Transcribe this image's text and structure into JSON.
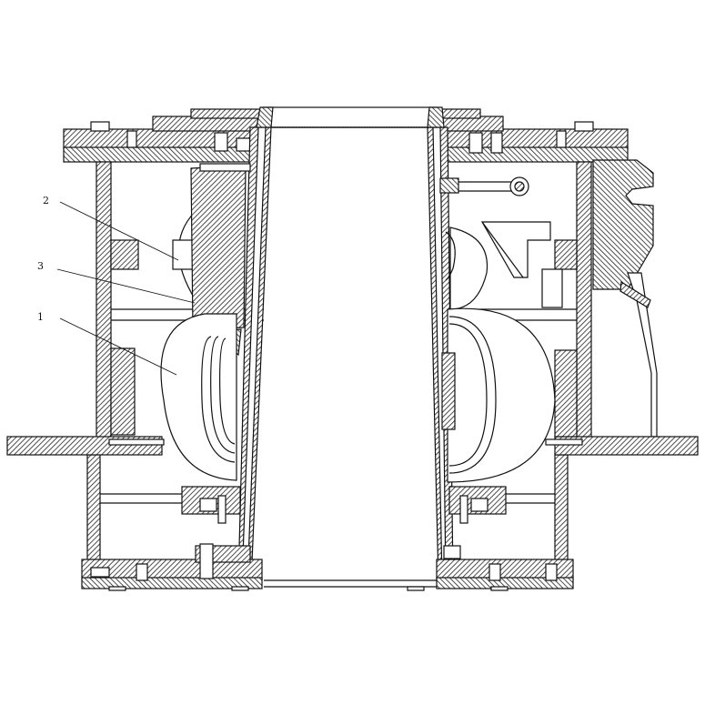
{
  "figure": {
    "callouts": [
      {
        "id": "callout-2",
        "text": "2"
      },
      {
        "id": "callout-3",
        "text": "3"
      },
      {
        "id": "callout-1",
        "text": "1"
      }
    ]
  }
}
